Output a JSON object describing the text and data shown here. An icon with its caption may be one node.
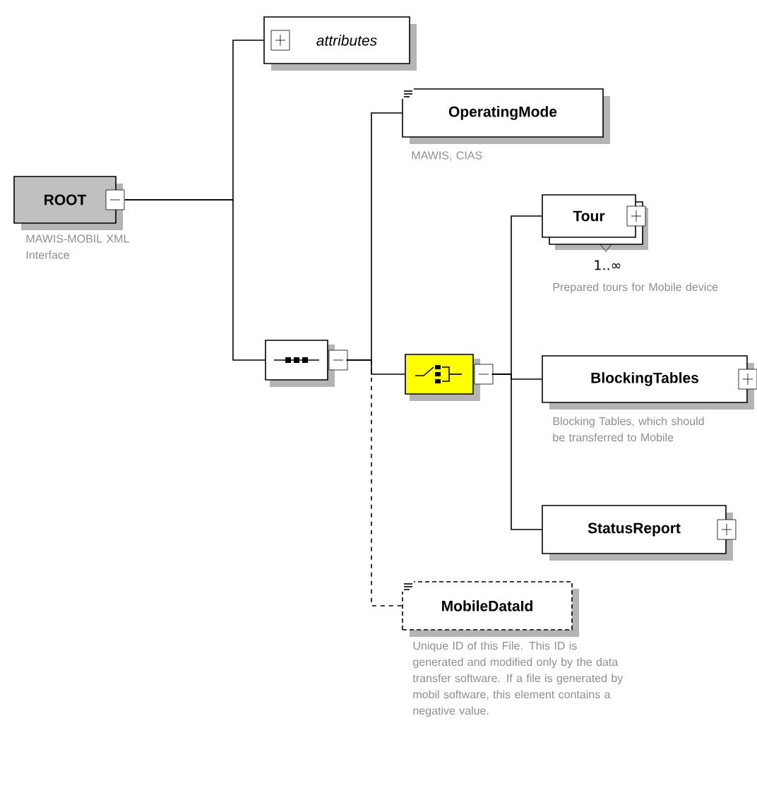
{
  "diagram": {
    "nodes": [
      {
        "text": [
          "ROOT"
        ],
        "beside": [
          "MAWIS-MOBIL XML Interface"
        ]
      },
      {
        "text": [
          "attributes"
        ]
      },
      {
        "text": [],
        "shape": "octagon"
      },
      {
        "text": [
          "OperatingMode"
        ],
        "beside": [
          "MAWIS, CIAS"
        ]
      },
      {
        "text": [],
        "shape": "octagon"
      },
      {
        "text": [
          "MobileDataId"
        ],
        "beside": [
          "Unique ID of this File. This ID is generated and modified only by the data transfer software. If a file is generated by mobil software, this element contains a negative value."
        ]
      },
      {
        "text": [
          "Tour"
        ],
        "beside": [
          "1..∞",
          "Prepared tours for Mobile device"
        ]
      },
      {
        "text": [
          "BlockingTables"
        ],
        "beside": [
          "Blocking Tables, which should be transferred to Mobile"
        ]
      },
      {
        "text": [
          "StatusReport"
        ]
      }
    ],
    "edges": [
      {
        "from": 0,
        "to": 1,
        "arrow": "none"
      },
      {
        "from": 0,
        "to": 2,
        "arrow": "none"
      },
      {
        "from": 2,
        "to": 3,
        "arrow": "none"
      },
      {
        "from": 2,
        "to": 4,
        "arrow": "none"
      },
      {
        "from": 2,
        "to": 5,
        "arrow": "none",
        "style": "dashed"
      },
      {
        "from": 4,
        "to": 6,
        "arrow": "none"
      },
      {
        "from": 4,
        "to": 7,
        "arrow": "none"
      },
      {
        "from": 4,
        "to": 8,
        "arrow": "none"
      }
    ]
  }
}
